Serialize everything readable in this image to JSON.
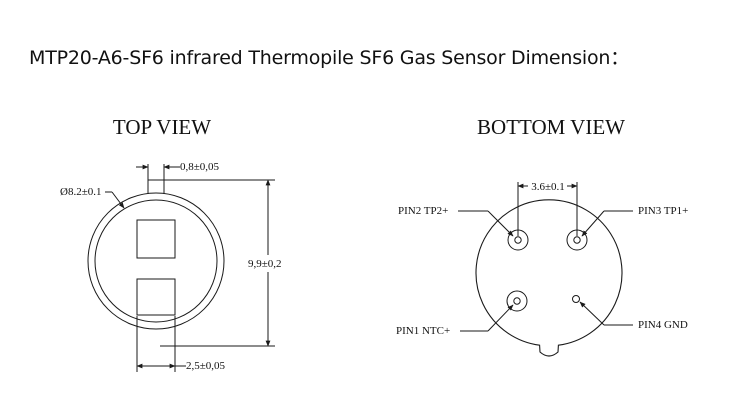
{
  "title": "MTP20-A6-SF6 infrared Thermopile SF6 Gas Sensor Dimension：",
  "top_view": {
    "title": "TOP VIEW",
    "diameter_label": "Ø8.2±0.1",
    "tab_width_label": "0,8±0,05",
    "height_label": "9,9±0,2",
    "window_width_label": "2,5±0,05"
  },
  "bottom_view": {
    "title": "BOTTOM VIEW",
    "pin_spacing_label": "3.6±0.1",
    "pins": [
      {
        "label": "PIN2 TP2+"
      },
      {
        "label": "PIN3 TP1+"
      },
      {
        "label": "PIN1 NTC+"
      },
      {
        "label": "PIN4 GND"
      }
    ]
  },
  "colors": {
    "line": "#1a1a1a",
    "text": "#111111",
    "background": "#ffffff"
  }
}
